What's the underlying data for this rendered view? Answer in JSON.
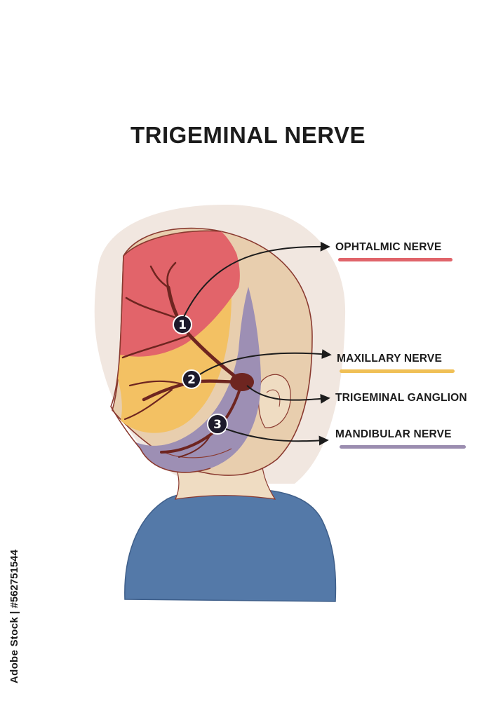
{
  "title": "TRIGEMINAL NERVE",
  "labels": [
    {
      "id": "ophthalmic",
      "text": "OPHTALMIC NERVE",
      "color": "#e0646a"
    },
    {
      "id": "maxillary",
      "text": "MAXILLARY NERVE",
      "color": "#f0c056"
    },
    {
      "id": "ganglion",
      "text": "TRIGEMINAL GANGLION",
      "color": ""
    },
    {
      "id": "mandibular",
      "text": "MANDIBULAR NERVE",
      "color": "#9b8db0"
    }
  ],
  "markers": [
    "1",
    "2",
    "3"
  ],
  "colors": {
    "ophthalmic_region": "#e2646a",
    "maxillary_region": "#f3c163",
    "mandibular_region": "#9d8fb4",
    "skin": "#e8ceae",
    "skin_light": "#efdcc2",
    "hair_halo": "#f1e7e0",
    "shirt": "#5479a8",
    "nerve": "#6e2520",
    "outline": "#8a3a30",
    "badge": "#1d1a2b"
  },
  "watermark": {
    "brand": "Adobe Stock",
    "separator": " | ",
    "id": "#562751544"
  }
}
